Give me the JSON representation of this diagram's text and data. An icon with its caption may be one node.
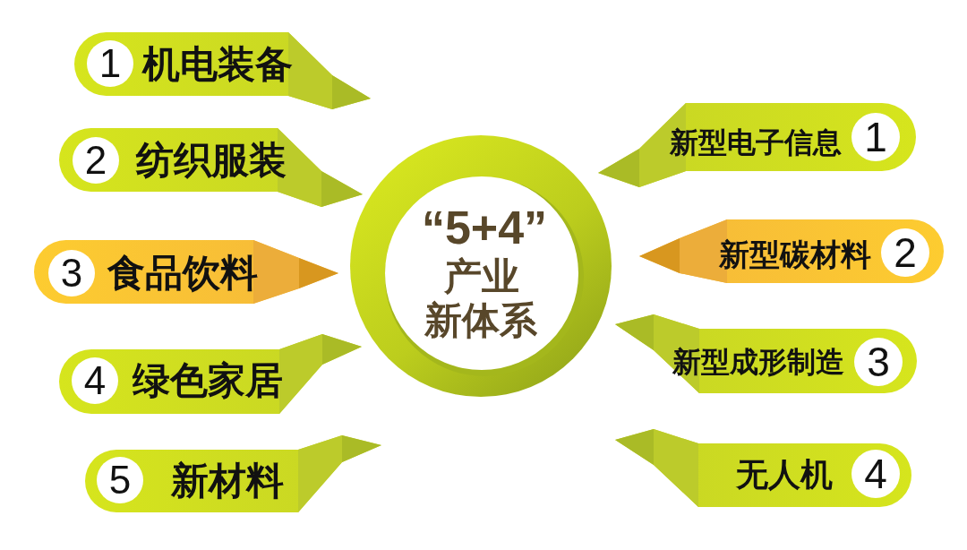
{
  "diagram": {
    "nodes": [
      {
        "text": [
          "机电装备"
        ]
      },
      {
        "text": [
          "1"
        ],
        "in": 0
      },
      {
        "text": [
          "纺织服装"
        ]
      },
      {
        "text": [
          "2"
        ],
        "in": 2
      },
      {
        "text": [
          "食品饮料"
        ]
      },
      {
        "text": [
          "3"
        ],
        "in": 4
      },
      {
        "text": [
          "绿色家居"
        ]
      },
      {
        "text": [
          "4"
        ],
        "in": 6
      },
      {
        "text": [
          "新材料"
        ]
      },
      {
        "text": [
          "5"
        ],
        "in": 8
      },
      {
        "text": [
          "“5+4”",
          "产业新体系"
        ]
      },
      {
        "text": [
          "新型电子信息"
        ]
      },
      {
        "text": [
          "1"
        ],
        "in": 11
      },
      {
        "text": [
          "新型碳材料"
        ]
      },
      {
        "text": [
          "2"
        ],
        "in": 13
      },
      {
        "text": [
          "新型成形制造"
        ]
      },
      {
        "text": [
          "3"
        ],
        "in": 15
      },
      {
        "text": [
          "无人机"
        ]
      },
      {
        "text": [
          "4"
        ],
        "in": 17
      }
    ]
  }
}
